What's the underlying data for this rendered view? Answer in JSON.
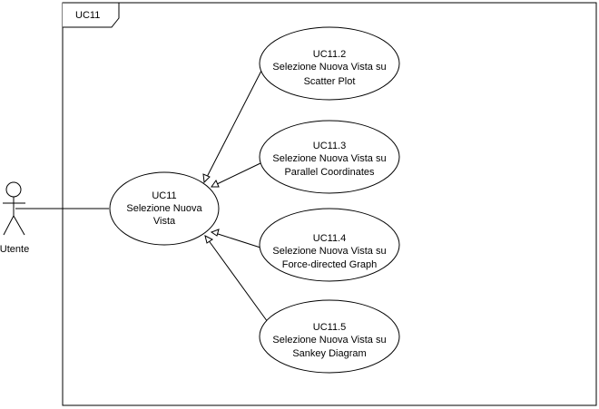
{
  "frame": {
    "title": "UC11"
  },
  "actor": {
    "name": "Utente"
  },
  "main_use_case": {
    "lines": [
      "UC11",
      "Selezione Nuova",
      "Vista"
    ]
  },
  "extensions": [
    {
      "id": "uc11-2",
      "lines": [
        "UC11.2",
        "Selezione Nuova Vista su",
        "Scatter Plot"
      ]
    },
    {
      "id": "uc11-3",
      "lines": [
        "UC11.3",
        "Selezione Nuova Vista su",
        "Parallel Coordinates"
      ]
    },
    {
      "id": "uc11-4",
      "lines": [
        "UC11.4",
        "Selezione Nuova Vista su",
        "Force-directed Graph"
      ]
    },
    {
      "id": "uc11-5",
      "lines": [
        "UC11.5",
        "Selezione Nuova Vista su",
        "Sankey Diagram"
      ]
    }
  ]
}
